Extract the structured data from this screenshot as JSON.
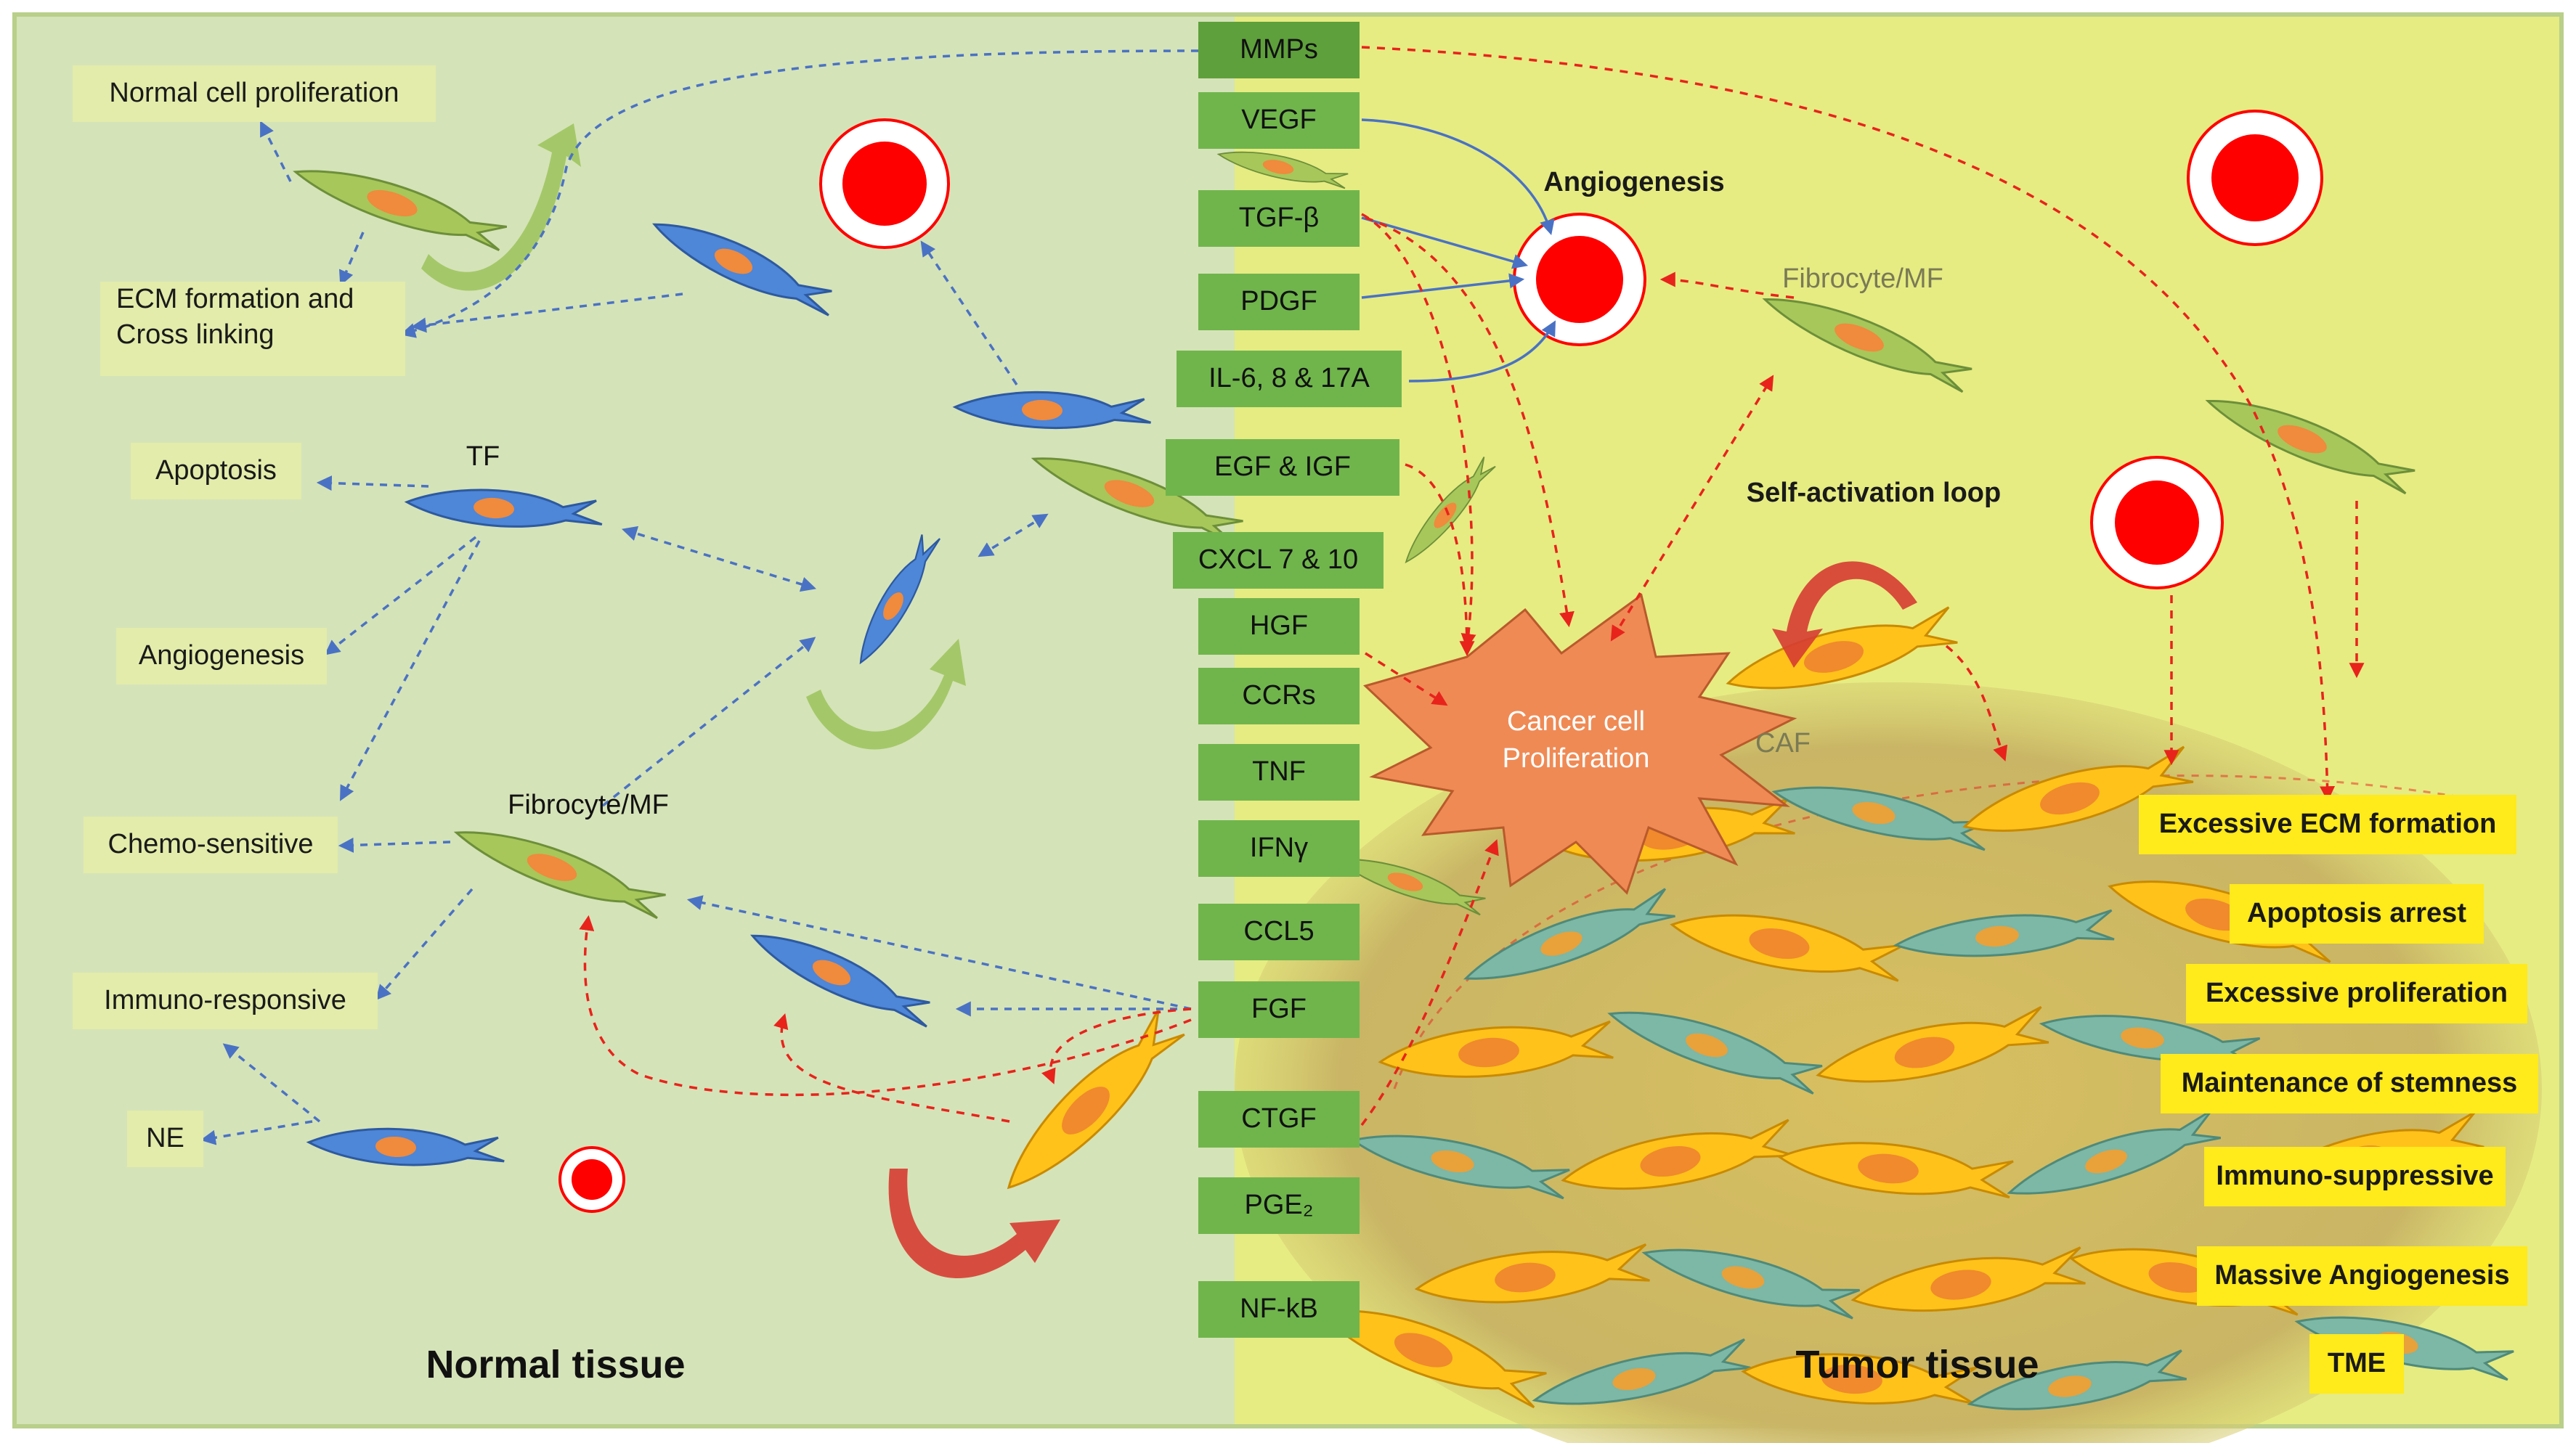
{
  "regions": {
    "normal_title": "Normal tissue",
    "tumor_title": "Tumor tissue"
  },
  "mediators": [
    "MMPs",
    "VEGF",
    "TGF-β",
    "PDGF",
    "IL-6, 8 & 17A",
    "EGF & IGF",
    "CXCL 7 & 10",
    "HGF",
    "CCRs",
    "TNF",
    "IFNγ",
    "CCL5",
    "FGF",
    "CTGF",
    "PGE₂",
    "NF-kB"
  ],
  "normal_outcomes": {
    "proliferation": "Normal cell proliferation",
    "ecm_line1": "ECM formation and",
    "ecm_line2": "Cross linking",
    "apoptosis": "Apoptosis",
    "angiogenesis": "Angiogenesis",
    "chemo": "Chemo-sensitive",
    "immuno": "Immuno-responsive",
    "ne": "NE"
  },
  "cell_labels": {
    "tf": "TF",
    "fibrocyte_left": "Fibrocyte/MF",
    "fibrocyte_right": "Fibrocyte/MF",
    "caf": "CAF"
  },
  "center_labels": {
    "angiogenesis": "Angiogenesis",
    "self_activation": "Self-activation loop",
    "cancer_line1": "Cancer cell",
    "cancer_line2": "Proliferation"
  },
  "tumor_outcomes": [
    "Excessive ECM formation",
    "Apoptosis arrest",
    "Excessive proliferation",
    "Maintenance of stemness",
    "Immuno-suppressive",
    "Massive Angiogenesis",
    "TME"
  ],
  "colors": {
    "normal_bg": "#d5e3b8",
    "tumor_bg": "#e6ec82",
    "mediator_green": "#70b54c",
    "tumor_label_yellow": "#ffea1c",
    "blue_arrow": "#4a72c4",
    "red_arrow": "#e8231c",
    "vessel_red": "#ff0000",
    "star_orange": "#ef8a55"
  }
}
